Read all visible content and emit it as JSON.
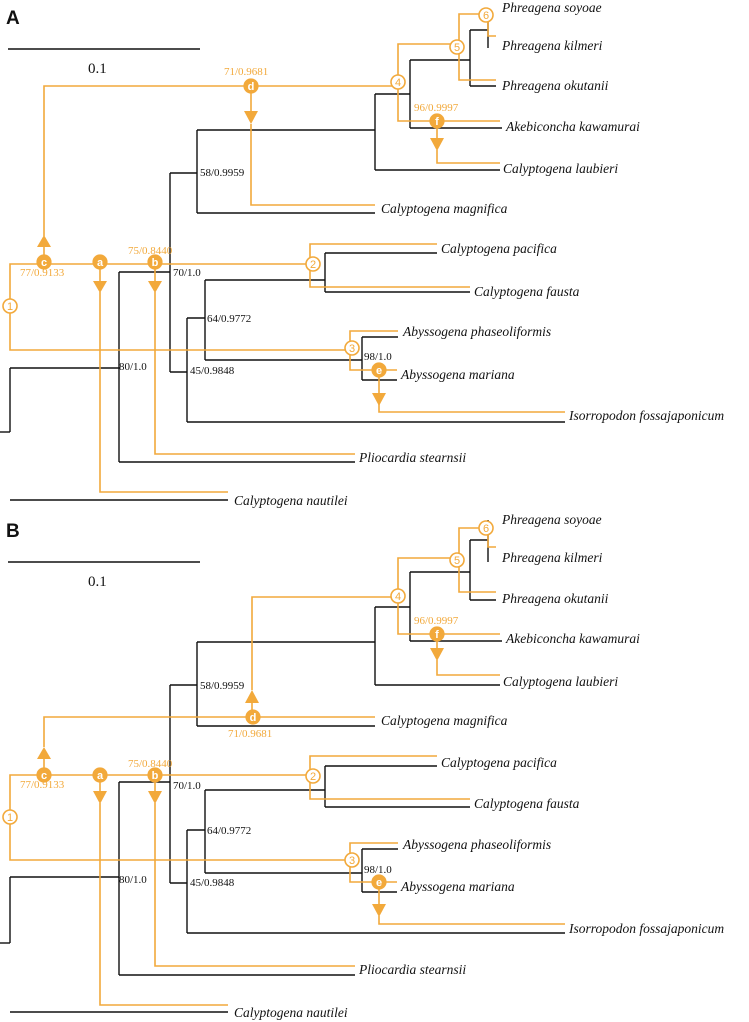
{
  "colors": {
    "tree": "#111111",
    "event": "#F2A93B"
  },
  "panels": [
    {
      "label": "A",
      "scale_label": "0.1",
      "taxa": [
        "Phreagena soyoae",
        "Phreagena kilmeri",
        "Phreagena okutanii",
        "Akebiconcha kawamurai",
        "Calyptogena laubieri",
        "Calyptogena magnifica",
        "Calyptogena pacifica",
        "Calyptogena fausta",
        "Abyssogena phaseoliformis",
        "Abyssogena mariana",
        "Isorropodon fossajaponicum",
        "Pliocardia stearnsii",
        "Calyptogena nautilei"
      ],
      "support": [
        "58/0.9959",
        "70/1.0",
        "64/0.9772",
        "45/0.9848",
        "98/1.0",
        "80/1.0"
      ],
      "event_support": [
        "71/0.9681",
        "96/0.9997",
        "75/0.8440",
        "77/0.9133"
      ],
      "numbered_nodes": [
        "1",
        "2",
        "3",
        "4",
        "5",
        "6"
      ],
      "lettered_nodes": [
        "a",
        "b",
        "c",
        "d",
        "e",
        "f"
      ]
    },
    {
      "label": "B",
      "scale_label": "0.1",
      "taxa": [
        "Phreagena soyoae",
        "Phreagena kilmeri",
        "Phreagena okutanii",
        "Akebiconcha kawamurai",
        "Calyptogena laubieri",
        "Calyptogena magnifica",
        "Calyptogena pacifica",
        "Calyptogena fausta",
        "Abyssogena phaseoliformis",
        "Abyssogena mariana",
        "Isorropodon fossajaponicum",
        "Pliocardia stearnsii",
        "Calyptogena nautilei"
      ],
      "support": [
        "58/0.9959",
        "70/1.0",
        "64/0.9772",
        "45/0.9848",
        "98/1.0",
        "80/1.0"
      ],
      "event_support": [
        "96/0.9997",
        "71/0.9681",
        "75/0.8440",
        "77/0.9133"
      ],
      "numbered_nodes": [
        "1",
        "2",
        "3",
        "4",
        "5",
        "6"
      ],
      "lettered_nodes": [
        "a",
        "b",
        "c",
        "d",
        "e",
        "f"
      ]
    }
  ]
}
